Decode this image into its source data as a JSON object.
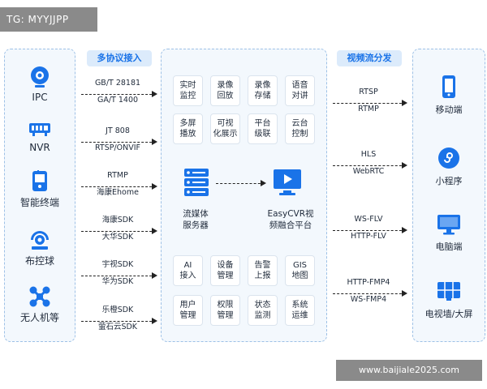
{
  "watermark_top": "TG: MYYJJPP",
  "watermark_bottom": "www.baijiale2025.com",
  "headers": {
    "ingest": "多协议接入",
    "distribute": "视频流分发"
  },
  "devices": [
    {
      "label": "IPC",
      "icon": "camera-icon"
    },
    {
      "label": "NVR",
      "icon": "recorder-icon"
    },
    {
      "label": "智能终端",
      "icon": "terminal-icon"
    },
    {
      "label": "布控球",
      "icon": "dome-camera-icon"
    },
    {
      "label": "无人机等",
      "icon": "drone-icon"
    }
  ],
  "ingest_protocols": [
    {
      "line1": "GB/T 28181",
      "line2": "GA/T 1400"
    },
    {
      "line1": "JT 808",
      "line2": "RTSP/ONVIF"
    },
    {
      "line1": "RTMP",
      "line2": "海康Ehome"
    },
    {
      "line1": "海康SDK",
      "line2": "大华SDK"
    },
    {
      "line1": "宇视SDK",
      "line2": "华为SDK"
    },
    {
      "line1": "乐橙SDK",
      "line2": "萤石云SDK"
    }
  ],
  "features_top": [
    {
      "line1": "实时",
      "line2": "监控"
    },
    {
      "line1": "录像",
      "line2": "回放"
    },
    {
      "line1": "录像",
      "line2": "存储"
    },
    {
      "line1": "语音",
      "line2": "对讲"
    },
    {
      "line1": "多屏",
      "line2": "播放"
    },
    {
      "line1": "可视",
      "line2": "化展示"
    },
    {
      "line1": "平台",
      "line2": "级联"
    },
    {
      "line1": "云台",
      "line2": "控制"
    }
  ],
  "features_bottom": [
    {
      "line1": "AI",
      "line2": "接入"
    },
    {
      "line1": "设备",
      "line2": "管理"
    },
    {
      "line1": "告警",
      "line2": "上报"
    },
    {
      "line1": "GIS",
      "line2": "地图"
    },
    {
      "line1": "用户",
      "line2": "管理"
    },
    {
      "line1": "权限",
      "line2": "管理"
    },
    {
      "line1": "状态",
      "line2": "监测"
    },
    {
      "line1": "系统",
      "line2": "运维"
    }
  ],
  "server": {
    "line1": "流媒体",
    "line2": "服务器"
  },
  "platform": {
    "line1": "EasyCVR视",
    "line2": "频融合平台"
  },
  "output_protocols": [
    {
      "line1": "RTSP",
      "line2": "RTMP"
    },
    {
      "line1": "HLS",
      "line2": "WebRTC"
    },
    {
      "line1": "WS-FLV",
      "line2": "HTTP-FLV"
    },
    {
      "line1": "HTTP-FMP4",
      "line2": "WS-FMP4"
    }
  ],
  "sinks": [
    {
      "label": "移动端",
      "icon": "mobile-icon"
    },
    {
      "label": "小程序",
      "icon": "mini-program-icon"
    },
    {
      "label": "电脑端",
      "icon": "monitor-icon"
    },
    {
      "label": "电视墙/大屏",
      "icon": "video-wall-icon"
    }
  ],
  "colors": {
    "accent": "#1a73e8",
    "panel": "#f3f8fd",
    "border": "#9ec1e6"
  }
}
